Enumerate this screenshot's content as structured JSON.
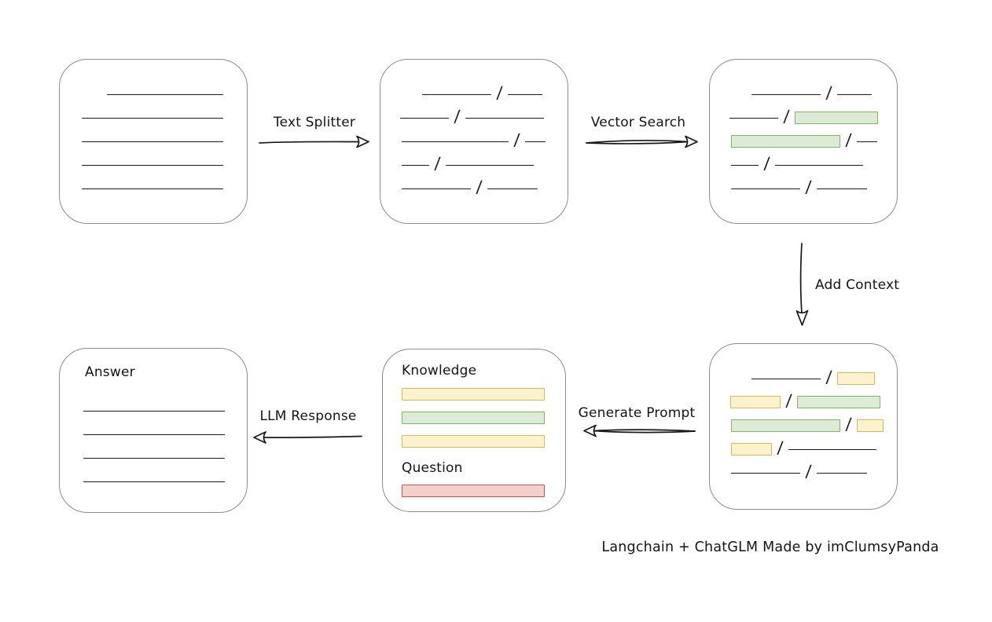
{
  "caption": "Langchain + ChatGLM Made by imClumsyPanda",
  "arrows": {
    "text_splitter": "Text Splitter",
    "vector_search": "Vector Search",
    "add_context": "Add Context",
    "generate_prompt": "Generate Prompt",
    "llm_response": "LLM Response"
  },
  "colors": {
    "green_fill": "#dcebd6",
    "green_border": "#84b068",
    "yellow_fill": "#fcf2cf",
    "yellow_border": "#d8b852",
    "red_fill": "#f6cfcb",
    "red_border": "#bf554f",
    "box_border": "#8c8c8c",
    "line": "#191919"
  },
  "boxes": {
    "document": {
      "rows": [
        {
          "ml": 60,
          "segs": [
            [
              "line",
              148
            ]
          ]
        },
        {
          "ml": 28,
          "segs": [
            [
              "line",
              180
            ]
          ]
        },
        {
          "ml": 28,
          "segs": [
            [
              "line",
              180
            ]
          ]
        },
        {
          "ml": 28,
          "segs": [
            [
              "line",
              180
            ]
          ]
        },
        {
          "ml": 28,
          "segs": [
            [
              "line",
              180
            ]
          ]
        }
      ]
    },
    "chunks": {
      "rows": [
        {
          "ml": 53,
          "segs": [
            [
              "line",
              88
            ],
            [
              "slash",
              0
            ],
            [
              "line",
              44
            ]
          ]
        },
        {
          "ml": 25,
          "segs": [
            [
              "line",
              62
            ],
            [
              "slash",
              0
            ],
            [
              "line",
              100
            ]
          ]
        },
        {
          "ml": 27,
          "segs": [
            [
              "line",
              136
            ],
            [
              "slash",
              0
            ],
            [
              "line",
              26
            ]
          ]
        },
        {
          "ml": 27,
          "segs": [
            [
              "line",
              35
            ],
            [
              "slash",
              0
            ],
            [
              "line",
              112
            ]
          ]
        },
        {
          "ml": 27,
          "segs": [
            [
              "line",
              88
            ],
            [
              "slash",
              0
            ],
            [
              "line",
              64
            ]
          ]
        }
      ]
    },
    "search": {
      "rows": [
        {
          "ml": 53,
          "segs": [
            [
              "line",
              88
            ],
            [
              "slash",
              0
            ],
            [
              "line",
              44
            ]
          ]
        },
        {
          "ml": 25,
          "segs": [
            [
              "line",
              62
            ],
            [
              "slash",
              0
            ],
            [
              "green",
              104
            ]
          ]
        },
        {
          "ml": 27,
          "segs": [
            [
              "green",
              137
            ],
            [
              "slash",
              0
            ],
            [
              "line",
              26
            ]
          ]
        },
        {
          "ml": 27,
          "segs": [
            [
              "line",
              35
            ],
            [
              "slash",
              0
            ],
            [
              "line",
              112
            ]
          ]
        },
        {
          "ml": 27,
          "segs": [
            [
              "line",
              88
            ],
            [
              "slash",
              0
            ],
            [
              "line",
              64
            ]
          ]
        }
      ]
    },
    "context": {
      "rows": [
        {
          "ml": 53,
          "segs": [
            [
              "line",
              88
            ],
            [
              "slash",
              0
            ],
            [
              "yellow",
              46
            ]
          ]
        },
        {
          "ml": 26,
          "segs": [
            [
              "yellow",
              62
            ],
            [
              "slash",
              0
            ],
            [
              "green",
              104
            ]
          ]
        },
        {
          "ml": 27,
          "segs": [
            [
              "green",
              137
            ],
            [
              "slash",
              0
            ],
            [
              "yellow",
              32
            ]
          ]
        },
        {
          "ml": 27,
          "segs": [
            [
              "yellow",
              50
            ],
            [
              "slash",
              0
            ],
            [
              "line",
              112
            ]
          ]
        },
        {
          "ml": 27,
          "segs": [
            [
              "line",
              88
            ],
            [
              "slash",
              0
            ],
            [
              "line",
              64
            ]
          ]
        }
      ]
    },
    "prompt": {
      "knowledge_label": "Knowledge",
      "question_label": "Question",
      "knowledge_bars": [
        {
          "ml": 0,
          "segs": [
            [
              "yellow",
              180
            ]
          ]
        },
        {
          "ml": 0,
          "segs": [
            [
              "green",
              180
            ]
          ]
        },
        {
          "ml": 0,
          "segs": [
            [
              "yellow",
              180
            ]
          ]
        }
      ],
      "question_bars": [
        {
          "ml": 0,
          "segs": [
            [
              "red",
              180
            ]
          ]
        }
      ]
    },
    "answer": {
      "label": "Answer",
      "rows": [
        {
          "ml": 30,
          "segs": [
            [
              "line",
              180
            ]
          ]
        },
        {
          "ml": 30,
          "segs": [
            [
              "line",
              180
            ]
          ]
        },
        {
          "ml": 30,
          "segs": [
            [
              "line",
              180
            ]
          ]
        },
        {
          "ml": 30,
          "segs": [
            [
              "line",
              180
            ]
          ]
        }
      ]
    }
  }
}
